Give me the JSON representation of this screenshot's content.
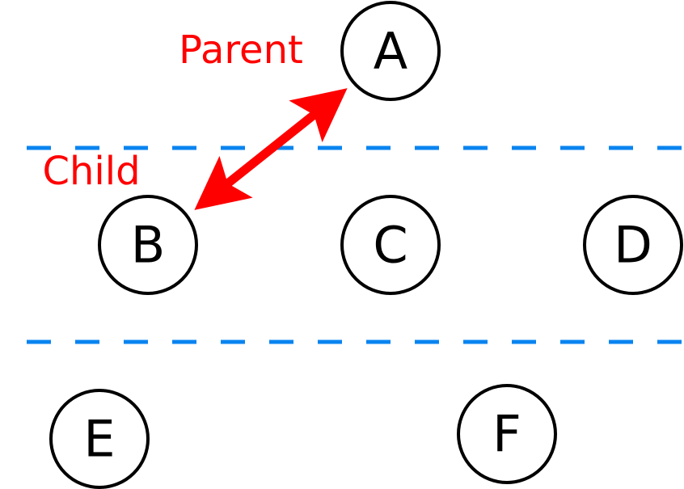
{
  "colors": {
    "divider": "#0a84f0",
    "relation": "#ff0000",
    "node_stroke": "#000000"
  },
  "annotations": {
    "parent": "Parent",
    "child": "Child"
  },
  "nodes": {
    "a": "A",
    "b": "B",
    "c": "C",
    "d": "D",
    "e": "E",
    "f": "F"
  },
  "edges": [
    {
      "from": "A",
      "to": "B",
      "style": "double-arrow"
    }
  ]
}
